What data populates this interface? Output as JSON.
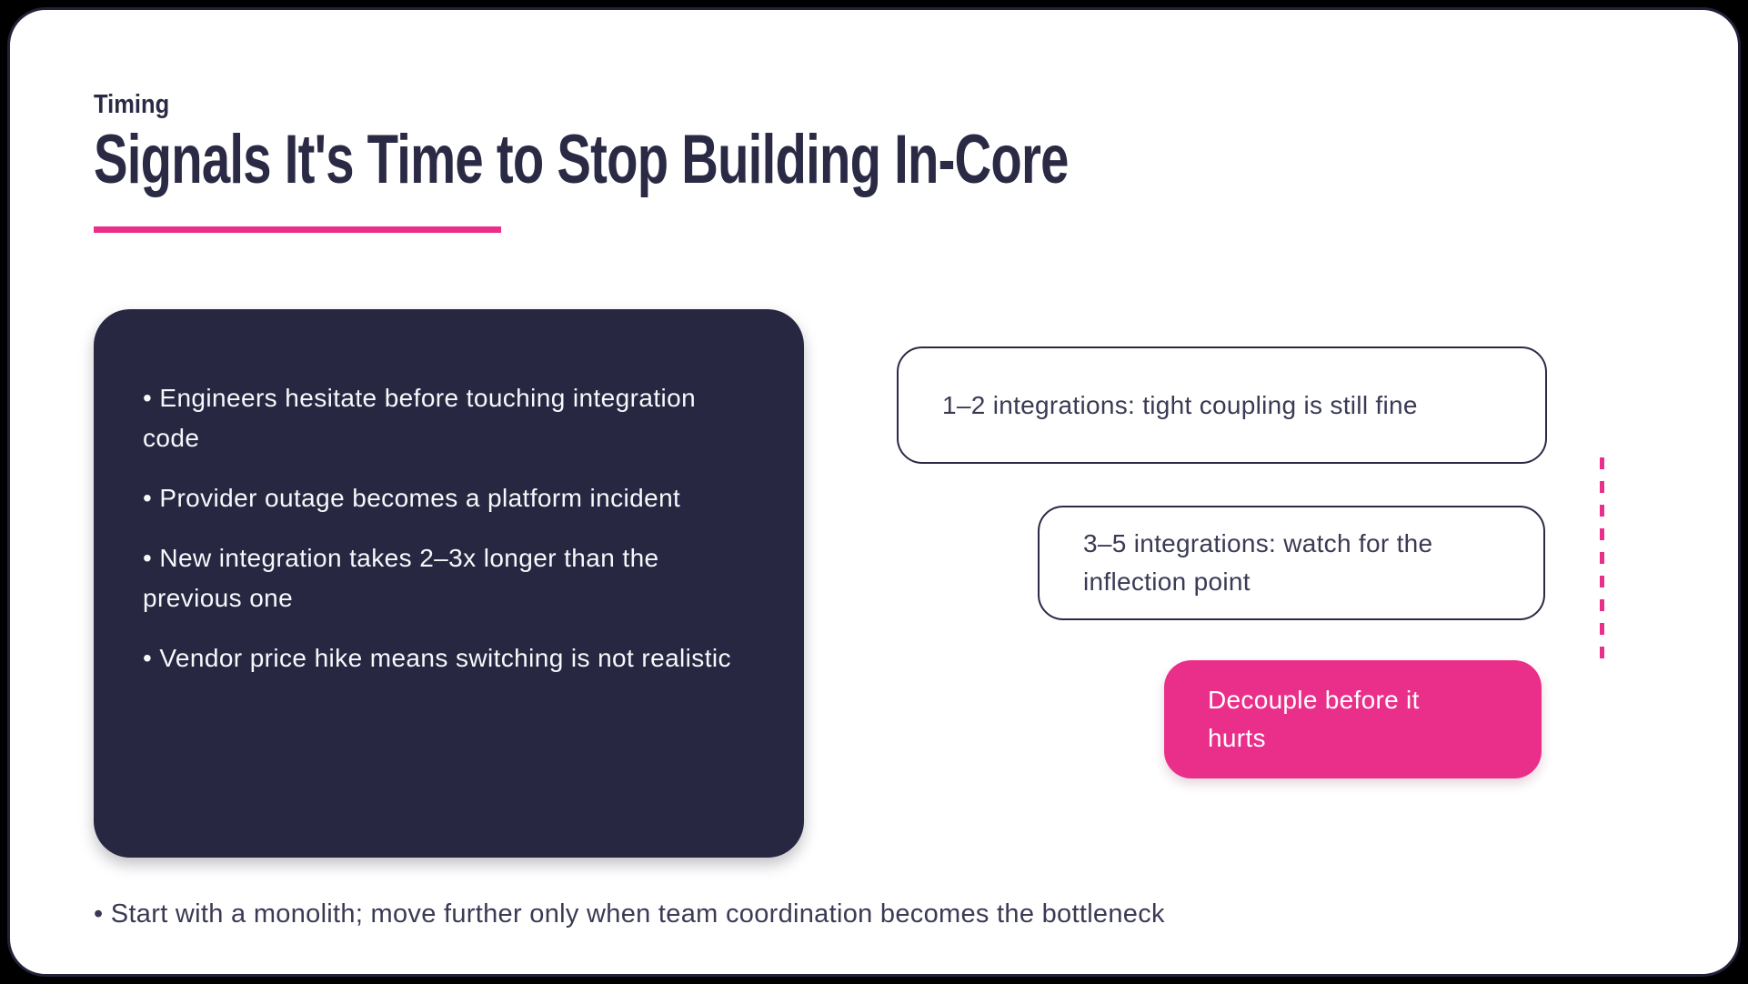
{
  "theme": {
    "accent_pink": "#EA2F8B",
    "navy": "#2A2A45",
    "card_bg": "#272742",
    "page_bg": "#000000",
    "slide_bg": "#FFFFFF",
    "body_text": "#3A3A55",
    "card_text": "#F8F8FB"
  },
  "slide": {
    "kicker": "Timing",
    "title": "Signals It's Time to Stop Building In-Core"
  },
  "signals_card": {
    "bullets": [
      "• Engineers hesitate before touching integration\ncode",
      "• Provider outage becomes a platform incident",
      "• New integration takes 2–3x longer than the\nprevious one",
      "• Vendor price hike means switching is not realistic"
    ]
  },
  "stages": {
    "step1": "1–2 integrations: tight coupling is still fine",
    "step2": "3–5 integrations: watch for the\ninflection point",
    "step3": "Decouple before it\nhurts"
  },
  "footer": {
    "note": "• Start with a monolith; move further only when team coordination becomes the bottleneck"
  }
}
